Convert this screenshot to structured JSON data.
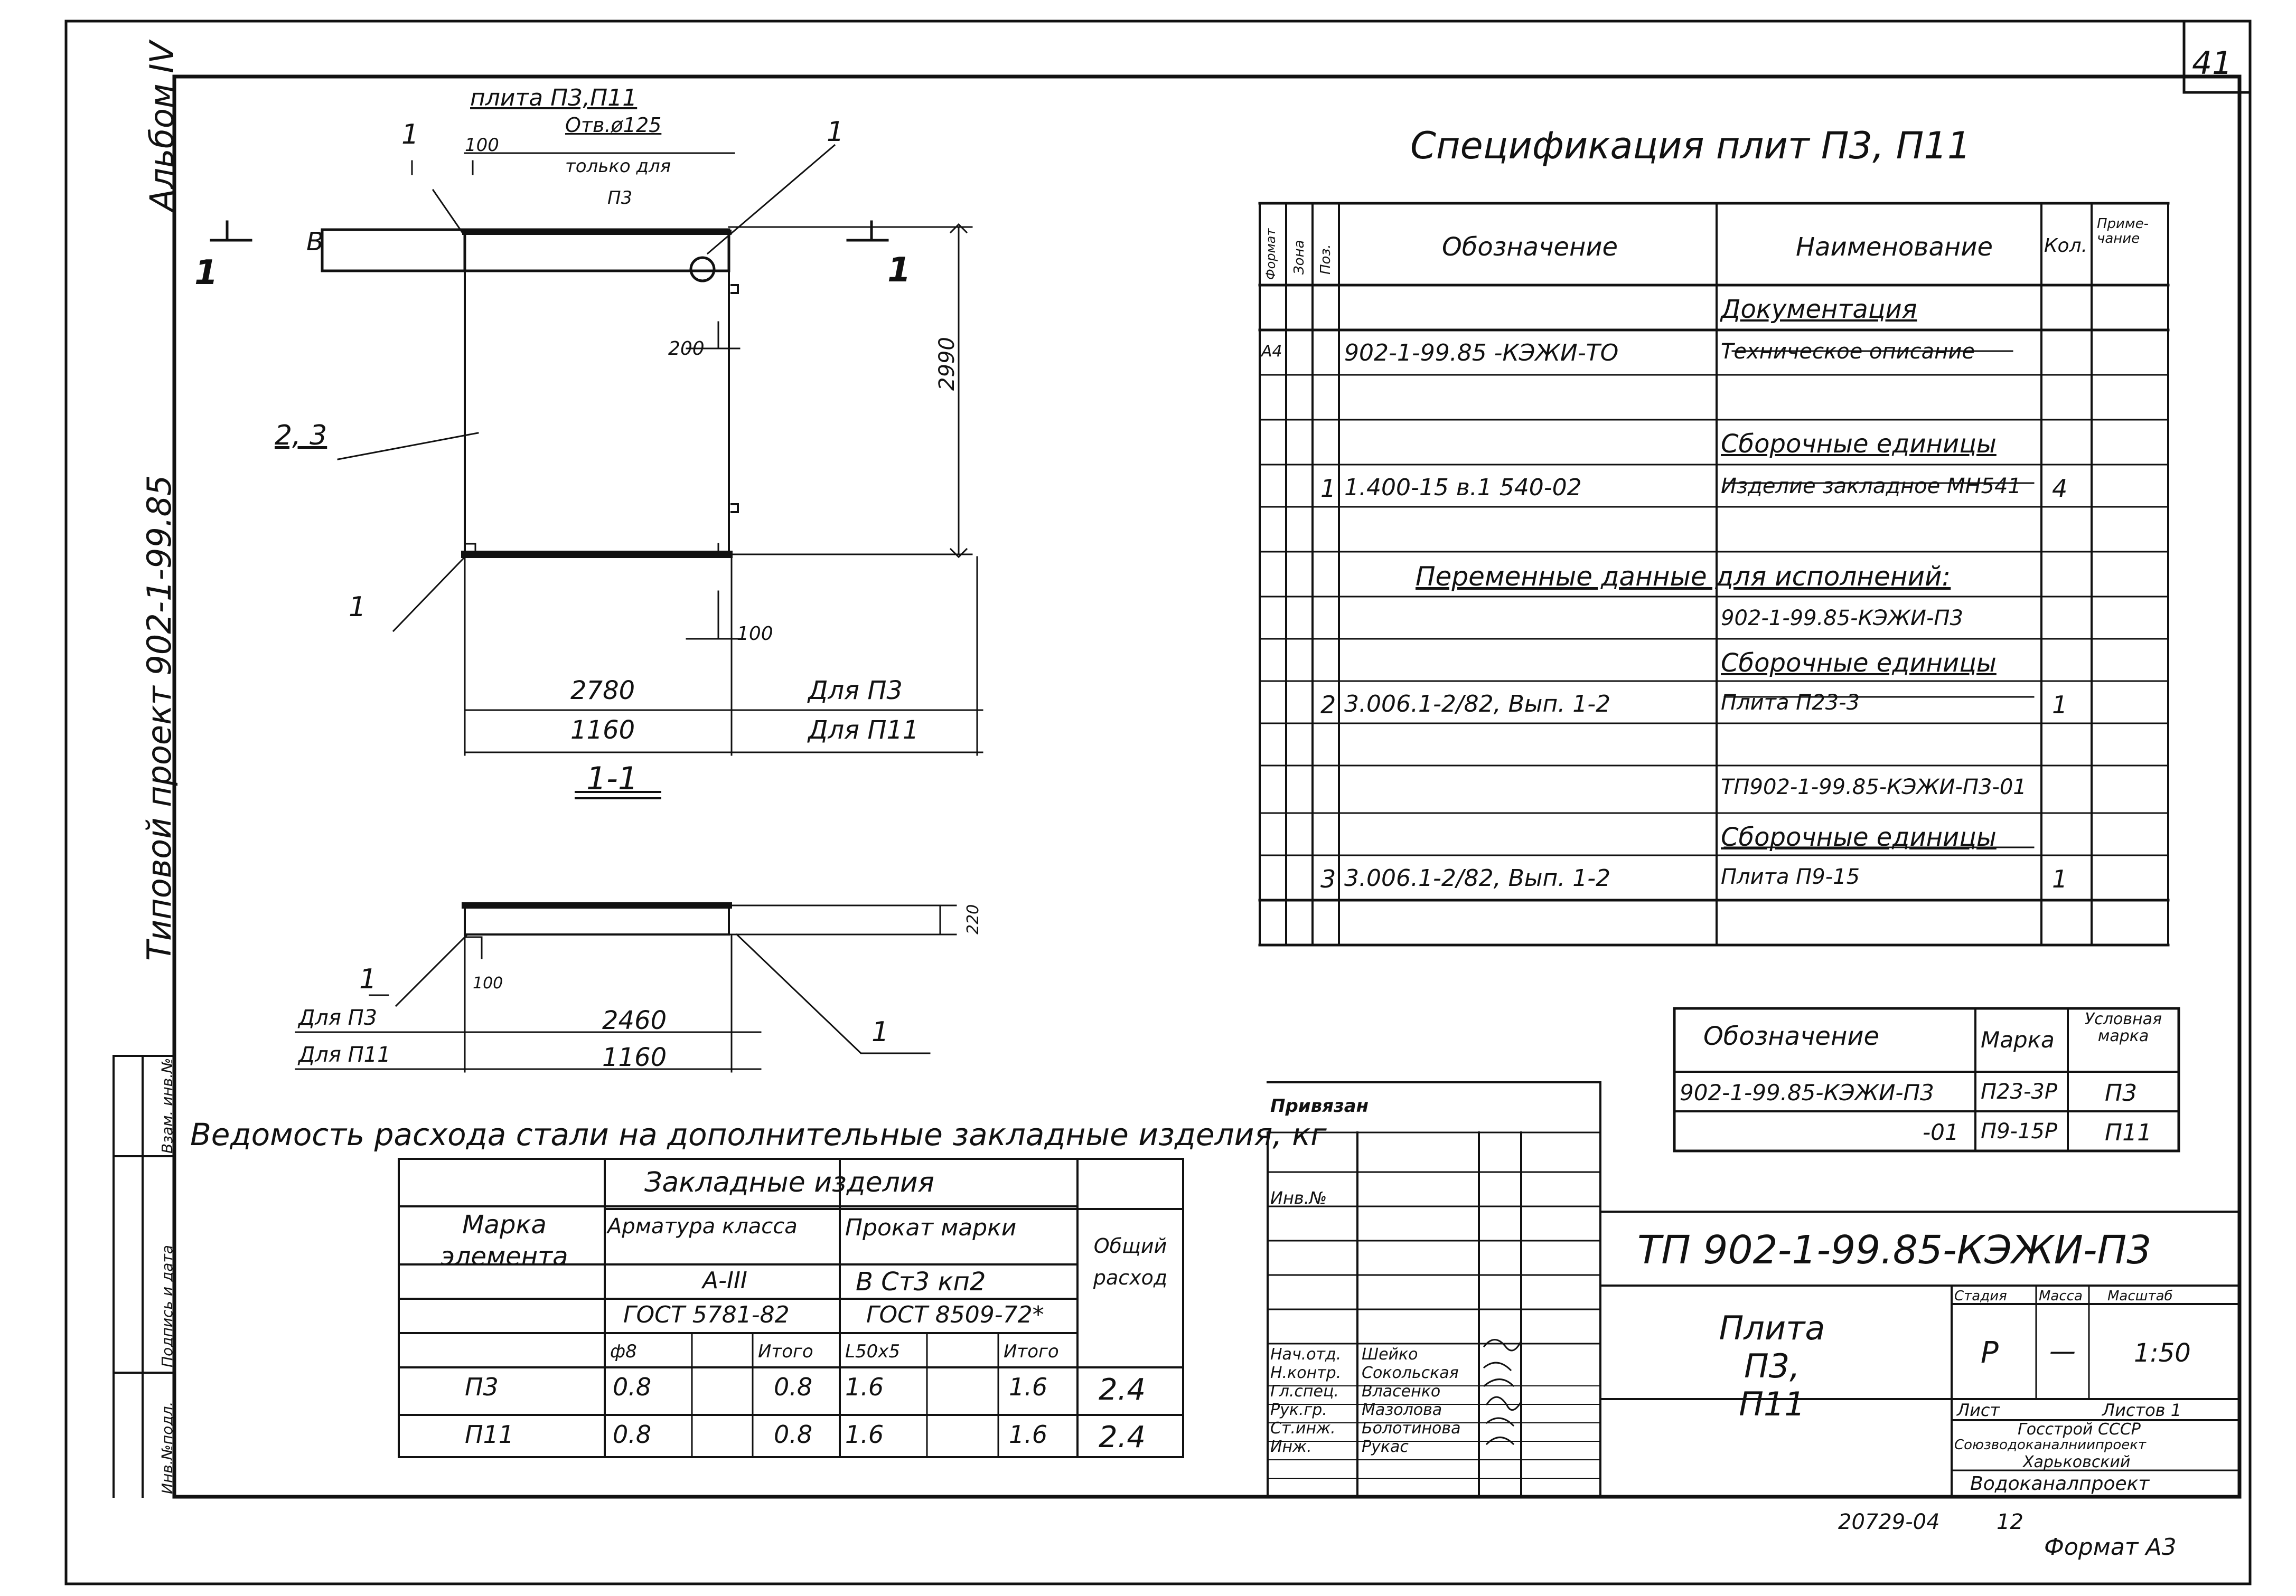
{
  "sheet": {
    "sheet_no": "41",
    "format": "Формат А3",
    "archive_no": "20729-04",
    "archive_page": "12",
    "side_album": "Альбом IV",
    "side_project": "Типовой проект 902-1-99.85",
    "side_stamps": [
      "Взам. инв.№",
      "Подпись и дата",
      "Инв.№подл."
    ]
  },
  "drawing": {
    "title": "плита П3,П11",
    "hole_note": [
      "Отв.ø125",
      "только для",
      "П3"
    ],
    "dim_100_top": "100",
    "label_B": "В",
    "section_mark": "1",
    "callout_1": "1",
    "callout_23": "2, 3",
    "dim_200": "200",
    "dim_2990": "2990",
    "dim_100_bottom": "100",
    "len_p3": "2780",
    "len_p3_label": "Для П3",
    "len_p11": "1160",
    "len_p11_label": "Для П11",
    "section_title": "1-1",
    "sec_dim_100": "100",
    "sec_thickness": "220",
    "sec_len_p3": "2460",
    "sec_len_p11": "1160"
  },
  "spec": {
    "title": "Спецификация плит П3, П11",
    "headers": [
      "Формат",
      "Зона",
      "Поз.",
      "Обозначение",
      "Наименование",
      "Кол.",
      "Приме-чание"
    ],
    "rows": [
      {
        "fmt": "",
        "pos": "",
        "oboz": "",
        "name": "Документация",
        "qty": "",
        "underline": true
      },
      {
        "fmt": "А4",
        "pos": "",
        "oboz": "902-1-99.85 -КЭЖИ-ТО",
        "name": "Техническое описание",
        "qty": ""
      },
      {
        "fmt": "",
        "pos": "",
        "oboz": "",
        "name": "",
        "qty": ""
      },
      {
        "fmt": "",
        "pos": "",
        "oboz": "",
        "name": "Сборочные единицы",
        "qty": "",
        "underline": true
      },
      {
        "fmt": "",
        "pos": "1",
        "oboz": "1.400-15 в.1 540-02",
        "name": "Изделие закладное МН541",
        "qty": "4"
      },
      {
        "fmt": "",
        "pos": "",
        "oboz": "",
        "name": "",
        "qty": ""
      },
      {
        "fmt": "",
        "pos": "",
        "oboz": "",
        "name": "",
        "qty": "",
        "span": "Переменные данные для исполнений:"
      },
      {
        "fmt": "",
        "pos": "",
        "oboz": "",
        "name": "902-1-99.85-КЭЖИ-П3",
        "qty": ""
      },
      {
        "fmt": "",
        "pos": "",
        "oboz": "",
        "name": "Сборочные единицы",
        "qty": "",
        "underline": true
      },
      {
        "fmt": "",
        "pos": "2",
        "oboz": "3.006.1-2/82, Вып. 1-2",
        "name": "Плита   П23-3",
        "qty": "1"
      },
      {
        "fmt": "",
        "pos": "",
        "oboz": "",
        "name": "",
        "qty": ""
      },
      {
        "fmt": "",
        "pos": "",
        "oboz": "",
        "name": "ТП902-1-99.85-КЭЖИ-П3-01",
        "qty": ""
      },
      {
        "fmt": "",
        "pos": "",
        "oboz": "",
        "name": "Сборочные единицы",
        "qty": "",
        "underline": true
      },
      {
        "fmt": "",
        "pos": "3",
        "oboz": "3.006.1-2/82, Вып. 1-2",
        "name": "Плита   П9-15",
        "qty": "1"
      },
      {
        "fmt": "",
        "pos": "",
        "oboz": "",
        "name": "",
        "qty": ""
      }
    ]
  },
  "marks": {
    "headers": [
      "Обозначение",
      "Марка",
      "Условная марка"
    ],
    "rows": [
      [
        "902-1-99.85-КЭЖИ-П3",
        "П23-3Р",
        "П3"
      ],
      [
        "-01",
        "П9-15Р",
        "П11"
      ]
    ]
  },
  "steel": {
    "title": "Ведомость расхода стали на дополнительные закладные изделия, кг",
    "h_mark": "Марка элемента",
    "h_group": "Закладные   изделия",
    "h_arm": "Арматура класса",
    "h_arm_cls": "А-III",
    "h_arm_gost": "ГОСТ 5781-82",
    "h_prok": "Прокат марки",
    "h_prok_cls": "В Ст3 кп2",
    "h_prok_gost": "ГОСТ 8509-72*",
    "h_total": "Общий расход",
    "sub": [
      "ф8",
      "",
      "Итого",
      "L50x5",
      "",
      "Итого"
    ],
    "rows": [
      [
        "П3",
        "0.8",
        "",
        "0.8",
        "1.6",
        "",
        "1.6",
        "2.4"
      ],
      [
        "П11",
        "0.8",
        "",
        "0.8",
        "1.6",
        "",
        "1.6",
        "2.4"
      ]
    ]
  },
  "stamp": {
    "privyazan": "Привязан",
    "inv": "Инв.№",
    "code": "ТП 902-1-99.85-КЭЖИ-П3",
    "name": "Плита П3, П11",
    "stage_h": "Стадия",
    "mass_h": "Масса",
    "scale_h": "Масштаб",
    "stage": "Р",
    "mass": "—",
    "scale": "1:50",
    "list_h": "Лист",
    "lists_h": "Листов 1",
    "org": [
      "Госстрой СССР",
      "Союзводоканалниипроект",
      "Харьковский",
      "Водоканалпроект"
    ],
    "people": [
      [
        "Нач.отд.",
        "Шейко"
      ],
      [
        "Н.контр.",
        "Сокольская"
      ],
      [
        "Гл.спец.",
        "Власенко"
      ],
      [
        "Рук.гр.",
        "Мазолова"
      ],
      [
        "Ст.инж.",
        "Болотинова"
      ],
      [
        "Инж.",
        "Рукас"
      ]
    ]
  }
}
